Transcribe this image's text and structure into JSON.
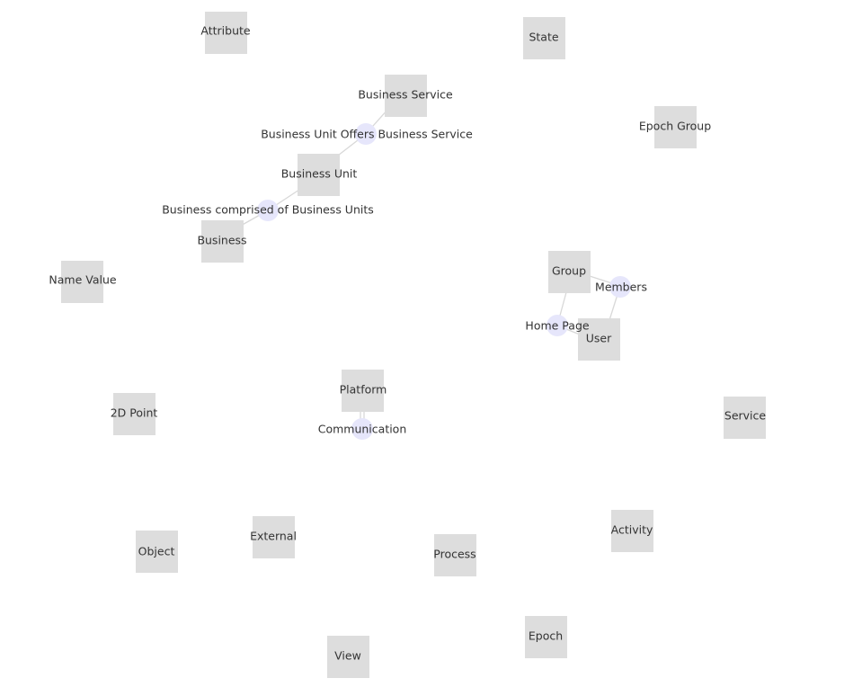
{
  "entities": {
    "attribute": "Attribute",
    "state": "State",
    "business_service": "Business Service",
    "epoch_group": "Epoch Group",
    "business_unit": "Business Unit",
    "business": "Business",
    "name_value": "Name Value",
    "group": "Group",
    "user": "User",
    "platform": "Platform",
    "point_2d": "2D Point",
    "service": "Service",
    "activity": "Activity",
    "external": "External",
    "object": "Object",
    "process": "Process",
    "epoch": "Epoch",
    "view": "View"
  },
  "relationships": {
    "offers": "Business Unit Offers Business Service",
    "comprised": "Business comprised of Business Units",
    "members": "Members",
    "home_page": "Home Page",
    "communication": "Communication"
  },
  "colors": {
    "entity_fill": "#dddddd",
    "relationship_fill": "#e6e6fb",
    "edge": "#d8d8d8",
    "text": "#333333"
  }
}
